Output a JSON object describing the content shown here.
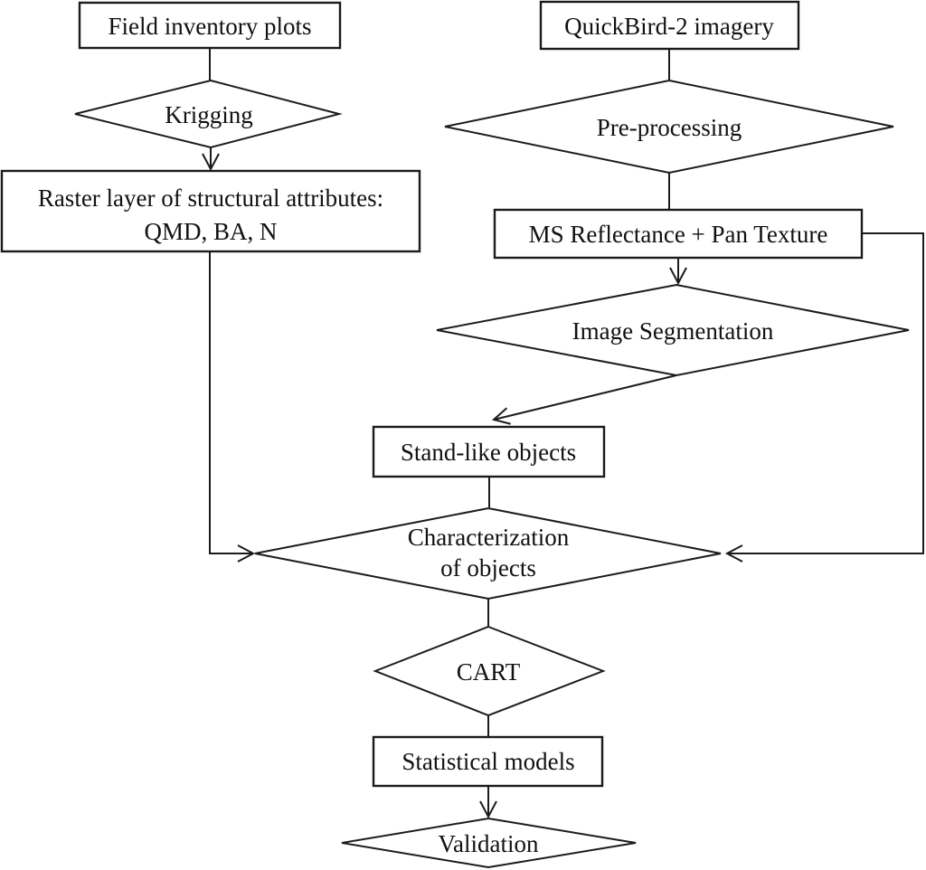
{
  "diagram": {
    "title": "Flowchart: object-based forest structural attribute modelling workflow",
    "background_color": "#ffffff",
    "line_color": "#1b1b1b",
    "text_color": "#111111",
    "nodes": {
      "field": {
        "type": "rectangle",
        "label": "Field inventory plots"
      },
      "krigging": {
        "type": "diamond",
        "label": "Krigging"
      },
      "raster": {
        "type": "rectangle",
        "lines": [
          "Raster layer of structural attributes:",
          "QMD, BA, N"
        ]
      },
      "quickbird": {
        "type": "rectangle",
        "label": "QuickBird-2 imagery"
      },
      "preprocessing": {
        "type": "diamond",
        "label": "Pre-processing"
      },
      "ms": {
        "type": "rectangle",
        "label": "MS Reflectance + Pan Texture"
      },
      "imageseg": {
        "type": "diamond",
        "label": "Image Segmentation"
      },
      "standlike": {
        "type": "rectangle",
        "label": "Stand-like objects"
      },
      "characterization": {
        "type": "diamond",
        "lines": [
          "Characterization",
          "of objects"
        ]
      },
      "cart": {
        "type": "diamond",
        "label": "CART"
      },
      "statmodels": {
        "type": "rectangle",
        "label": "Statistical models"
      },
      "validation": {
        "type": "diamond",
        "label": "Validation"
      }
    },
    "edges": [
      {
        "from": "field",
        "to": "krigging",
        "arrowhead": false
      },
      {
        "from": "krigging",
        "to": "raster",
        "arrowhead": true
      },
      {
        "from": "raster",
        "to": "characterization",
        "arrowhead": true
      },
      {
        "from": "quickbird",
        "to": "preprocessing",
        "arrowhead": false
      },
      {
        "from": "preprocessing",
        "to": "ms",
        "arrowhead": false
      },
      {
        "from": "ms",
        "to": "imageseg",
        "arrowhead": true
      },
      {
        "from": "ms",
        "to": "characterization",
        "arrowhead": true
      },
      {
        "from": "imageseg",
        "to": "standlike",
        "arrowhead": true
      },
      {
        "from": "standlike",
        "to": "characterization",
        "arrowhead": false
      },
      {
        "from": "characterization",
        "to": "cart",
        "arrowhead": false
      },
      {
        "from": "cart",
        "to": "statmodels",
        "arrowhead": false
      },
      {
        "from": "statmodels",
        "to": "validation",
        "arrowhead": true
      }
    ]
  }
}
